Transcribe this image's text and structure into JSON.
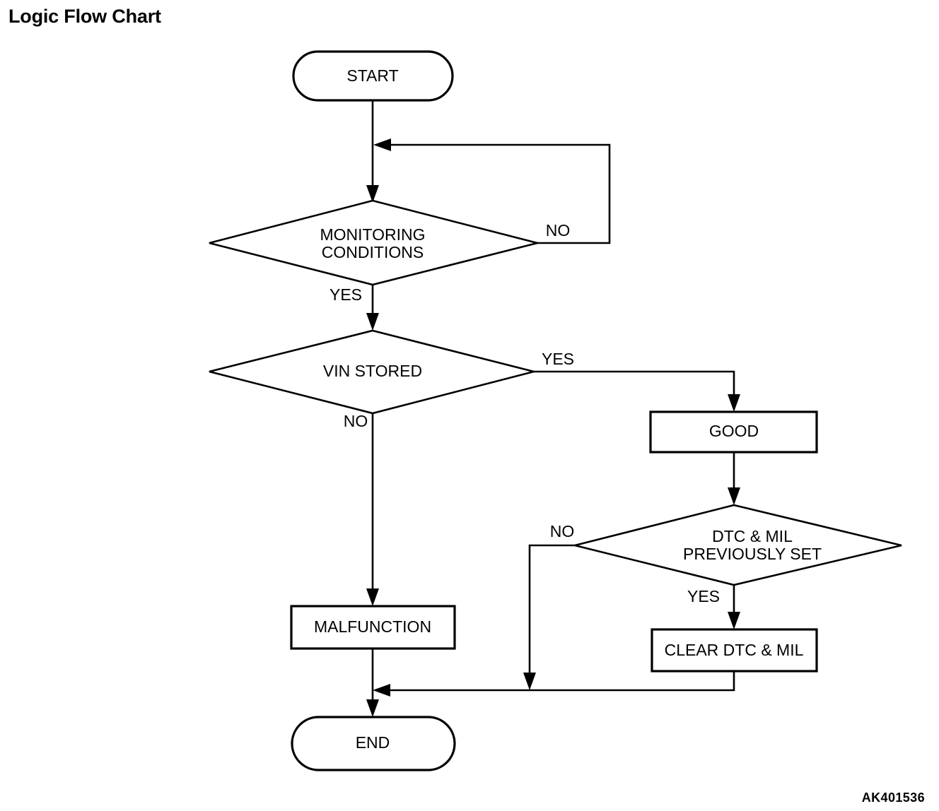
{
  "title": "Logic Flow Chart",
  "watermark": "AK401536",
  "colors": {
    "background": "#ffffff",
    "stroke": "#000000",
    "text": "#000000"
  },
  "chart_data": {
    "type": "diagram",
    "diagram_kind": "flowchart",
    "title": "Logic Flow Chart",
    "nodes": [
      {
        "id": "start",
        "label": "START",
        "shape": "terminator"
      },
      {
        "id": "monitoring",
        "label": "MONITORING CONDITIONS",
        "label_line1": "MONITORING",
        "label_line2": "CONDITIONS",
        "shape": "decision"
      },
      {
        "id": "vin_stored",
        "label": "VIN STORED",
        "shape": "decision"
      },
      {
        "id": "good",
        "label": "GOOD",
        "shape": "process"
      },
      {
        "id": "dtc_mil_set",
        "label": "DTC & MIL PREVIOUSLY SET",
        "label_line1": "DTC & MIL",
        "label_line2": "PREVIOUSLY SET",
        "shape": "decision"
      },
      {
        "id": "malfunction",
        "label": "MALFUNCTION",
        "shape": "process"
      },
      {
        "id": "clear_dtc_mil",
        "label": "CLEAR DTC & MIL",
        "shape": "process"
      },
      {
        "id": "end",
        "label": "END",
        "shape": "terminator"
      }
    ],
    "edges": [
      {
        "from": "start",
        "to": "monitoring",
        "label": ""
      },
      {
        "from": "monitoring",
        "to": "monitoring",
        "label": "NO"
      },
      {
        "from": "monitoring",
        "to": "vin_stored",
        "label": "YES"
      },
      {
        "from": "vin_stored",
        "to": "good",
        "label": "YES"
      },
      {
        "from": "vin_stored",
        "to": "malfunction",
        "label": "NO"
      },
      {
        "from": "good",
        "to": "dtc_mil_set",
        "label": ""
      },
      {
        "from": "dtc_mil_set",
        "to": "end",
        "label": "NO"
      },
      {
        "from": "dtc_mil_set",
        "to": "clear_dtc_mil",
        "label": "YES"
      },
      {
        "from": "clear_dtc_mil",
        "to": "end",
        "label": ""
      },
      {
        "from": "malfunction",
        "to": "end",
        "label": ""
      }
    ],
    "branch_labels": {
      "monitoring_no": "NO",
      "monitoring_yes": "YES",
      "vin_yes": "YES",
      "vin_no": "NO",
      "dtc_no": "NO",
      "dtc_yes": "YES"
    }
  }
}
